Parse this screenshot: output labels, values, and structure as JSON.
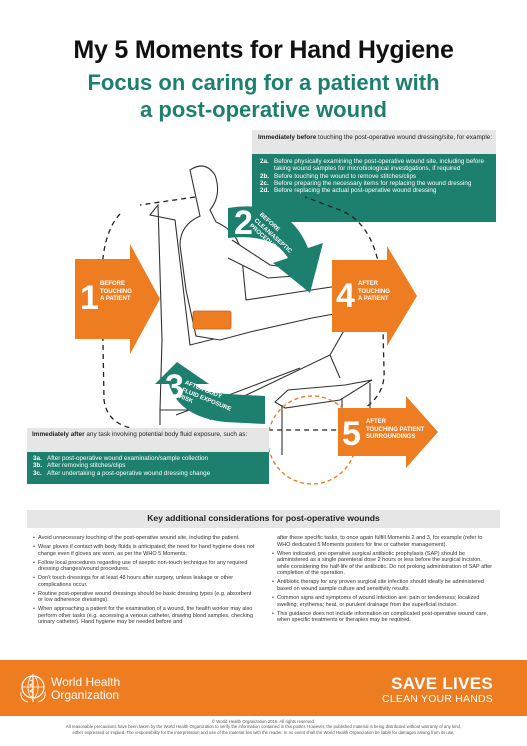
{
  "header": {
    "title": "My 5 Moments for Hand Hygiene",
    "subtitle_line1": "Focus on caring for a patient with",
    "subtitle_line2": "a post-operative wound"
  },
  "moment2_box": {
    "intro_bold": "Immediately before",
    "intro_rest": " touching the post-operative wound dressing/site, for example:",
    "items": [
      {
        "key": "2a.",
        "text": "Before physically examining the post-operative wound site, including before taking wound samples for microbiological investigations, if required"
      },
      {
        "key": "2b.",
        "text": "Before touching the wound to remove stitches/clips"
      },
      {
        "key": "2c.",
        "text": "Before preparing the necessary items for replacing the wound dressing"
      },
      {
        "key": "2d.",
        "text": "Before replacing the actual post-operative wound dressing"
      }
    ]
  },
  "moment3_box": {
    "intro_bold": "Immediately after",
    "intro_rest": " any task involving potential body fluid exposure, such as:",
    "items": [
      {
        "key": "3a.",
        "text": "After post-operative wound examination/sample collection"
      },
      {
        "key": "3b.",
        "text": "After removing stitches/clips"
      },
      {
        "key": "3c.",
        "text": "After undertaking a post-operative wound dressing change"
      }
    ]
  },
  "moments": [
    {
      "number": "1",
      "label_line1": "BEFORE",
      "label_line2": "TOUCHING",
      "label_line3": "A PATIENT",
      "color": "#ee7d22"
    },
    {
      "number": "2",
      "label_line1": "BEFORE",
      "label_line2": "CLEAN/ASEPTIC",
      "label_line3": "PROCEDURE",
      "color": "#1d7f6e"
    },
    {
      "number": "3",
      "label_line1": "AFTER BODY",
      "label_line2": "FLUID EXPOSURE",
      "label_line3": "RISK",
      "color": "#1d7f6e"
    },
    {
      "number": "4",
      "label_line1": "AFTER",
      "label_line2": "TOUCHING",
      "label_line3": "A PATIENT",
      "color": "#ee7d22"
    },
    {
      "number": "5",
      "label_line1": "AFTER",
      "label_line2": "TOUCHING PATIENT",
      "label_line3": "SURROUNDINGS",
      "color": "#ee7d22"
    }
  ],
  "considerations": {
    "title": "Key additional considerations for post-operative wounds",
    "left": [
      "Avoid unnecessary touching of the post-operative wound site, including the patient.",
      "Wear gloves if contact with body fluids is anticipated; the need for hand hygiene does not change even if gloves are worn, as per the WHO 5 Moments.",
      "Follow local procedures regarding use of aseptic non-touch technique for any required dressing changes/wound procedures.",
      "Don't touch dressings for at least 48 hours after surgery, unless leakage or other complications occur.",
      "Routine post-operative wound dressings should be basic dressing types (e.g. absorbent or low adherence dressings).",
      "When approaching a patient for the examination of a wound, the health worker may also perform other tasks (e.g. accessing a venous catheter, drawing blood samples, checking urinary catheter). Hand hygiene may be needed before and"
    ],
    "right_continuation": "after these specific tasks, to once again fulfill Moments 2 and 3, for example (refer to WHO dedicated 5 Moments posters for line or catheter management).",
    "right": [
      "When indicated, pre-operative surgical antibiotic prophylaxis (SAP) should be administered as a single parenteral dose 2 hours or less before the surgical incision, while considering the half-life of the antibiotic. Do not prolong administration of SAP after completion of the operation.",
      "Antibiotic therapy for any proven surgical site infection should ideally be administered based on wound sample culture and sensitivity results.",
      "Common signs and symptoms of wound infection are: pain or tenderness; localized swelling; erythema; heat, or purulent drainage from the superficial incision.",
      "This guidance does not include information on complicated post-operative wound care, when specific treatments or therapies may be required."
    ]
  },
  "footer": {
    "org_line1": "World Health",
    "org_line2": "Organization",
    "slogan1": "SAVE LIVES",
    "slogan2": "CLEAN YOUR HANDS",
    "copyright": "© World Health Organization 2016. All rights reserved.",
    "disclaimer1": "All reasonable precautions have been taken by the World Health Organization to verify the information contained in this poster. However, the published material is being distributed without warranty of any kind,",
    "disclaimer2": "either expressed or implied. The responsibility for the interpretation and use of the material lies with the reader. In no event shall the World Health Organization be liable for damages arising from its use."
  },
  "colors": {
    "teal": "#1d7f6e",
    "orange": "#ee7d22",
    "grey": "#e6e6e6"
  }
}
